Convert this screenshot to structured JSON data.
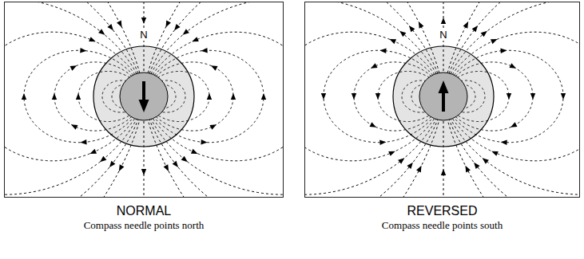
{
  "diagram": {
    "nodes": [
      {
        "text": [
          "NORMAL",
          "Compass needle points north"
        ]
      },
      {
        "text": [
          "N"
        ],
        "in": 0
      },
      {
        "text": [
          "REVERSED",
          "Compass needle points south"
        ]
      },
      {
        "text": [
          "N"
        ],
        "in": 2
      }
    ],
    "edges": []
  }
}
